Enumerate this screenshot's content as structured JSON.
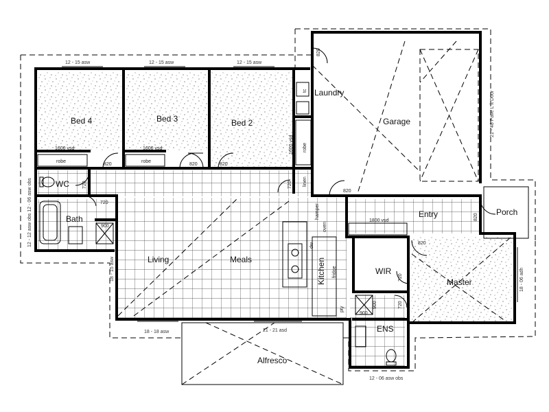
{
  "rooms": {
    "bed4": "Bed 4",
    "bed3": "Bed 3",
    "bed2": "Bed 2",
    "laundry": "Laundry",
    "garage": "Garage",
    "wc": "WC",
    "bath": "Bath",
    "living": "Living",
    "meals": "Meals",
    "kitchen": "Kitchen",
    "wir": "WIR",
    "master": "Master",
    "ens": "ENS",
    "entry": "Entry",
    "porch": "Porch",
    "alfresco": "Alfresco"
  },
  "dimensions": {
    "top_bed4": "12 - 15 asw",
    "top_bed3": "12 - 15 asw",
    "top_bed2": "12 - 15 asw",
    "left_upper": "12 - 12 asw obs 12 - 06 asw obs",
    "left_lower": "18 - 15 asw",
    "bottom_living": "18 - 18 asw",
    "bottom_meals": "21 - 21 asd",
    "bottom_ens": "12 - 06 asw obs",
    "right_master": "18 - 06 adh",
    "garage_door": "21 - 48 Pave L ft Door"
  },
  "labels": {
    "robe1": "robe",
    "robe2": "robe",
    "robe3": "robe",
    "vsd1": "1600 vsd",
    "vsd2": "1600 vsd",
    "vsd3": "1600 vsd",
    "vsd4": "1800 vsd",
    "linen": "linen",
    "d820_bed4": "820",
    "d820_bed3": "820",
    "d820_bed2": "820",
    "d820_laundry": "820",
    "d820_garage": "820",
    "d820_entry": "820",
    "d820_master": "820",
    "d720_wc": "720",
    "d720_bath": "720",
    "d720_linen": "720",
    "d720_wir": "720",
    "d720_ens": "720",
    "s900_bath": "900",
    "s900_ens": "900",
    "s900_ens2": "900",
    "fridge": "fridge",
    "pantry": "pty",
    "hamper": "hamper",
    "oven": "oven",
    "dw": "dw",
    "tc": "tc"
  },
  "colors": {
    "wall": "#000000",
    "background": "#ffffff"
  }
}
